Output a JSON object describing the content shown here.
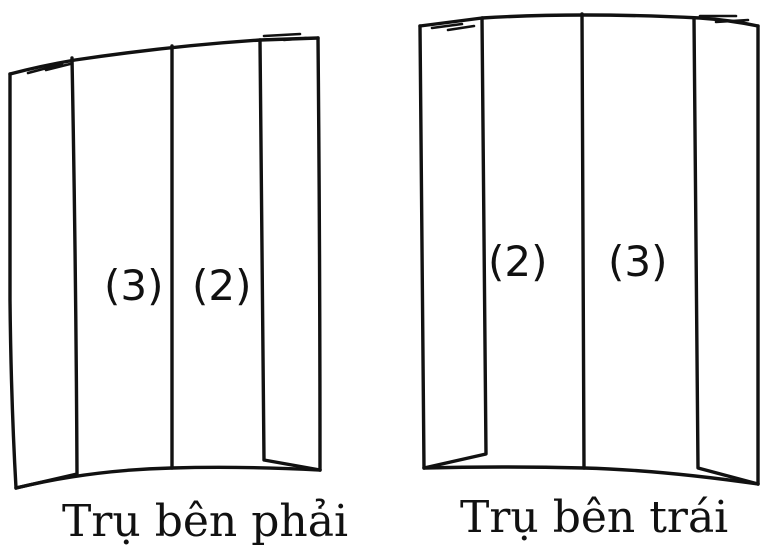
{
  "figures": [
    {
      "caption": "Trụ bên phải",
      "labels": [
        "(3)",
        "(2)"
      ]
    },
    {
      "caption": "Trụ bên trái",
      "labels": [
        "(2)",
        "(3)"
      ]
    }
  ]
}
